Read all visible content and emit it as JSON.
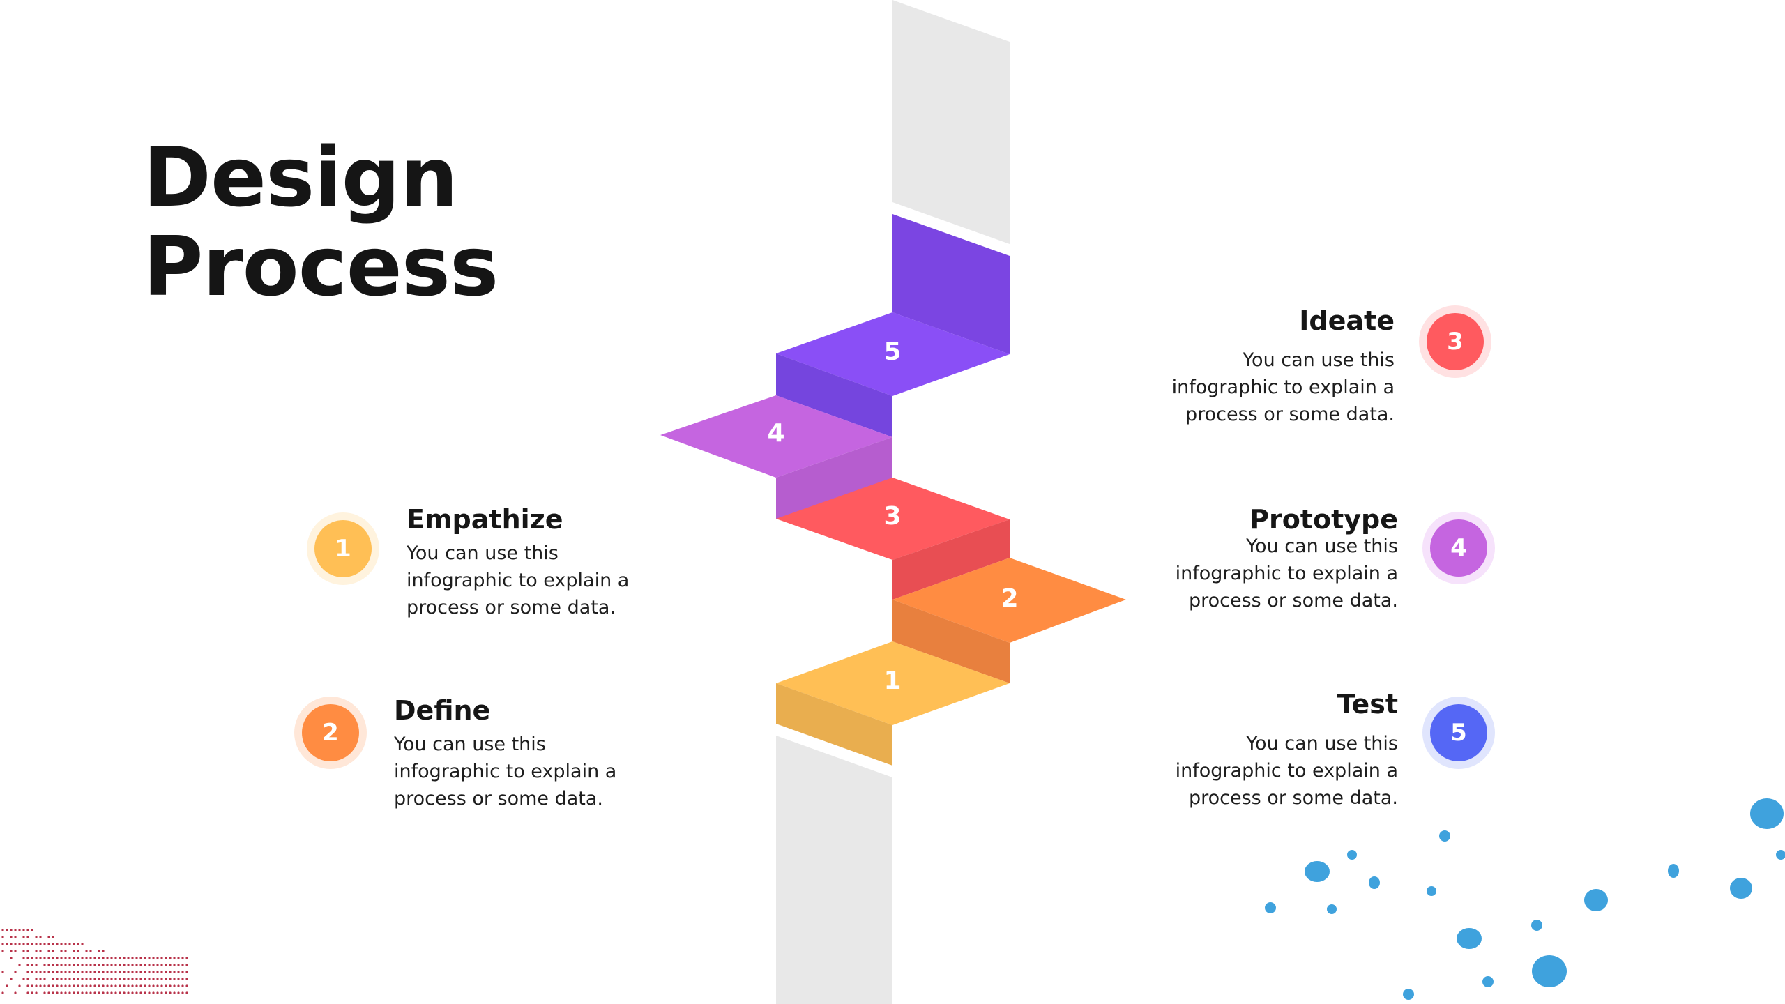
{
  "title": {
    "line1": "Design",
    "line2": "Process"
  },
  "stairs": [
    {
      "label": "1"
    },
    {
      "label": "2"
    },
    {
      "label": "3"
    },
    {
      "label": "4"
    },
    {
      "label": "5"
    }
  ],
  "steps": [
    {
      "number": "1",
      "heading": "Empathize",
      "text": [
        "You can use this",
        "infographic to explain a",
        "process or some data."
      ],
      "color": "#ffbf55"
    },
    {
      "number": "2",
      "heading": "Define",
      "text": [
        "You can use this",
        "infographic to explain a",
        "process or some data."
      ],
      "color": "#ff8c42"
    },
    {
      "number": "3",
      "heading": "Ideate",
      "text": [
        "You can use this",
        "infographic to explain a",
        "process or some data."
      ],
      "color": "#ff5a5f"
    },
    {
      "number": "4",
      "heading": "Prototype",
      "text": [
        "You can use this",
        "infographic to explain a",
        "process or some data."
      ],
      "color": "#c565e0"
    },
    {
      "number": "5",
      "heading": "Test",
      "text": [
        "You can use this",
        "infographic to explain a",
        "process or some data."
      ],
      "color": "#5567f5"
    }
  ]
}
